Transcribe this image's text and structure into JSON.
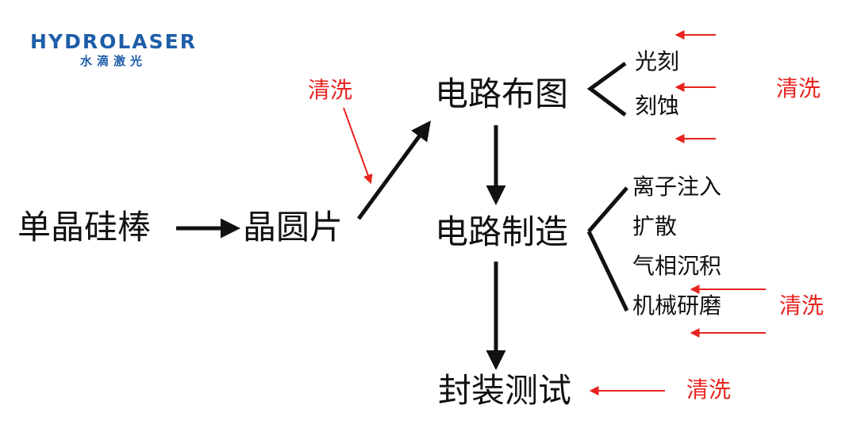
{
  "logo": {
    "brand": "HYDROLASER",
    "brand_cn": "水滴激光",
    "color": "#1e5ea8"
  },
  "accent_color": "#e8231f",
  "nodes": {
    "ingot": "单晶硅棒",
    "wafer": "晶圆片",
    "layout": "电路布图",
    "manufacture": "电路制造",
    "packaging": "封装测试"
  },
  "layout_steps": [
    "光刻",
    "刻蚀"
  ],
  "manufacture_steps": [
    "离子注入",
    "扩散",
    "气相沉积",
    "机械研磨"
  ],
  "cleaning_label": "清洗"
}
